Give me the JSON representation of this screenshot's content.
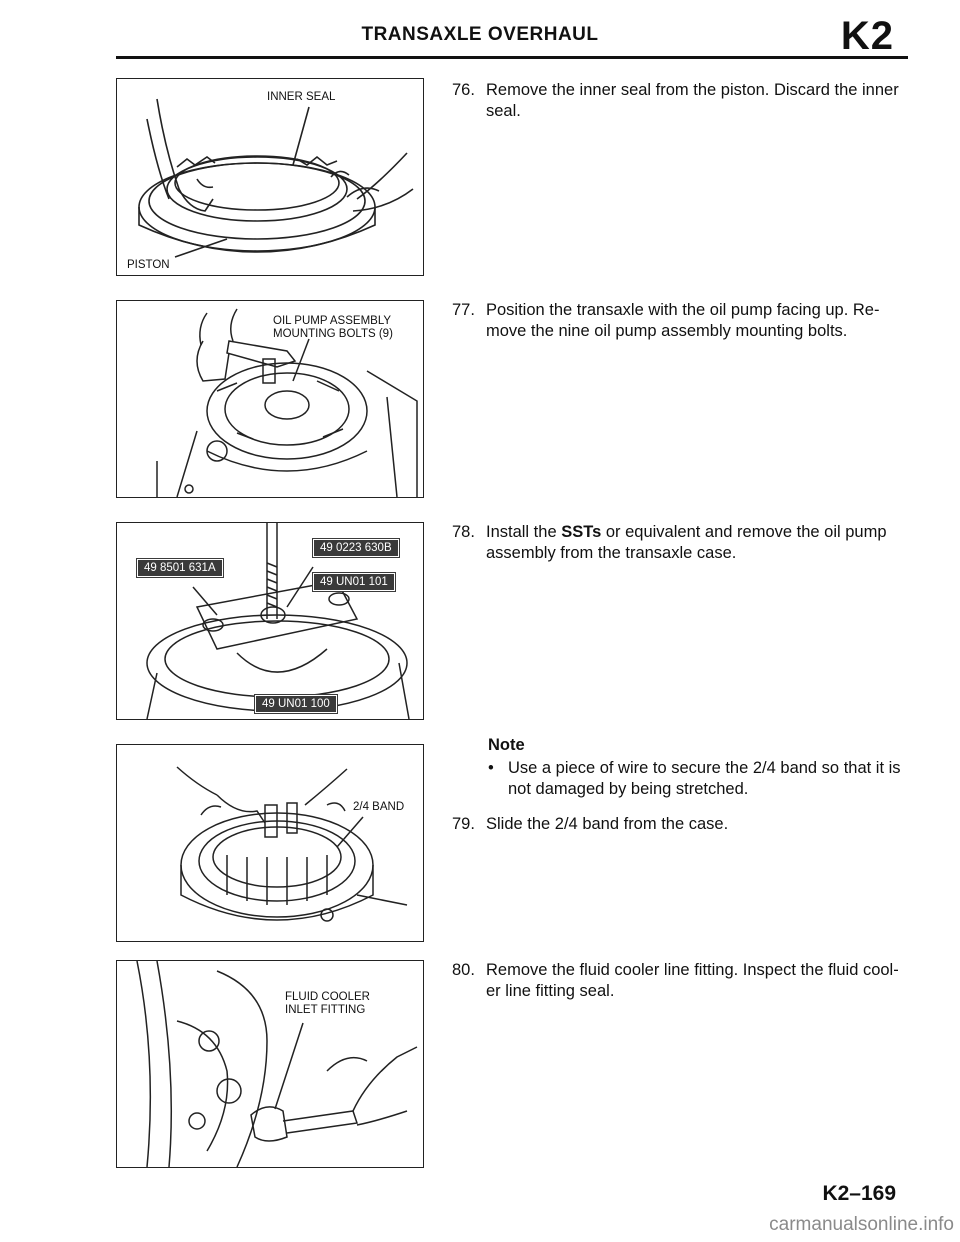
{
  "header": {
    "title": "TRANSAXLE OVERHAUL",
    "section_code": "K2"
  },
  "figures": [
    {
      "labels": [
        "INNER SEAL",
        "PISTON"
      ]
    },
    {
      "labels": [
        "OIL PUMP ASSEMBLY\nMOUNTING BOLTS (9)"
      ]
    },
    {
      "tags": [
        "49 0223 630B",
        "49 8501 631A",
        "49 UN01 101",
        "49 UN01 100"
      ]
    },
    {
      "labels": [
        "2/4 BAND"
      ]
    },
    {
      "labels": [
        "FLUID COOLER\nINLET FITTING"
      ]
    }
  ],
  "steps": [
    {
      "num": "76.",
      "pre": "Remove the inner seal from the piston. Discard the inner seal.",
      "bold": "",
      "post": ""
    },
    {
      "num": "77.",
      "pre": "Position the transaxle with the oil pump facing up. Re-move the nine oil pump assembly mounting bolts.",
      "bold": "",
      "post": ""
    },
    {
      "num": "78.",
      "pre": "Install the ",
      "bold": "SSTs",
      "post": " or equivalent and remove the oil pump assembly from the transaxle case."
    },
    {
      "num": "79.",
      "pre": "Slide the 2/4 band from the case.",
      "bold": "",
      "post": ""
    },
    {
      "num": "80.",
      "pre": "Remove the fluid cooler line fitting. Inspect the fluid cool-er line fitting seal.",
      "bold": "",
      "post": ""
    }
  ],
  "note": {
    "title": "Note",
    "bullet": "•",
    "text": "Use a piece of wire to secure the 2/4 band so that it is not damaged by being stretched."
  },
  "footer": {
    "page_number": "K2–169",
    "watermark": "carmanualsonline.info"
  }
}
